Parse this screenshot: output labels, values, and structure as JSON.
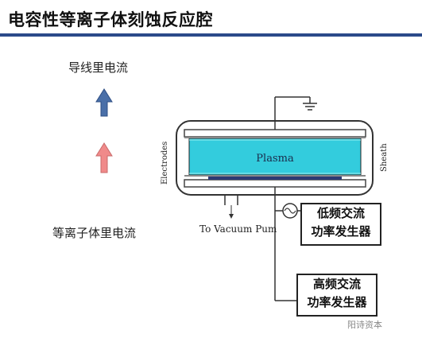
{
  "title": "电容性等离子体刻蚀反应腔",
  "labels": {
    "wire_current": "导线里电流",
    "plasma_current": "等离子体里电流",
    "plasma": "Plasma",
    "electrodes": "Electrodes",
    "sheath": "Sheath",
    "vacuum": "To Vacuum Pum"
  },
  "low_freq_box": {
    "line1": "低频交流",
    "line2": "功率发生器"
  },
  "high_freq_box": {
    "line1": "高频交流",
    "line2": "功率发生器"
  },
  "watermark": "阳诗资本",
  "colors": {
    "title_rule": "#2b4a8a",
    "up_arrow_blue": "#4a6fa8",
    "up_arrow_pink": "#f08a8a",
    "plasma_fill": "#33ccdd",
    "electrode_bar": "#2d3b73"
  }
}
